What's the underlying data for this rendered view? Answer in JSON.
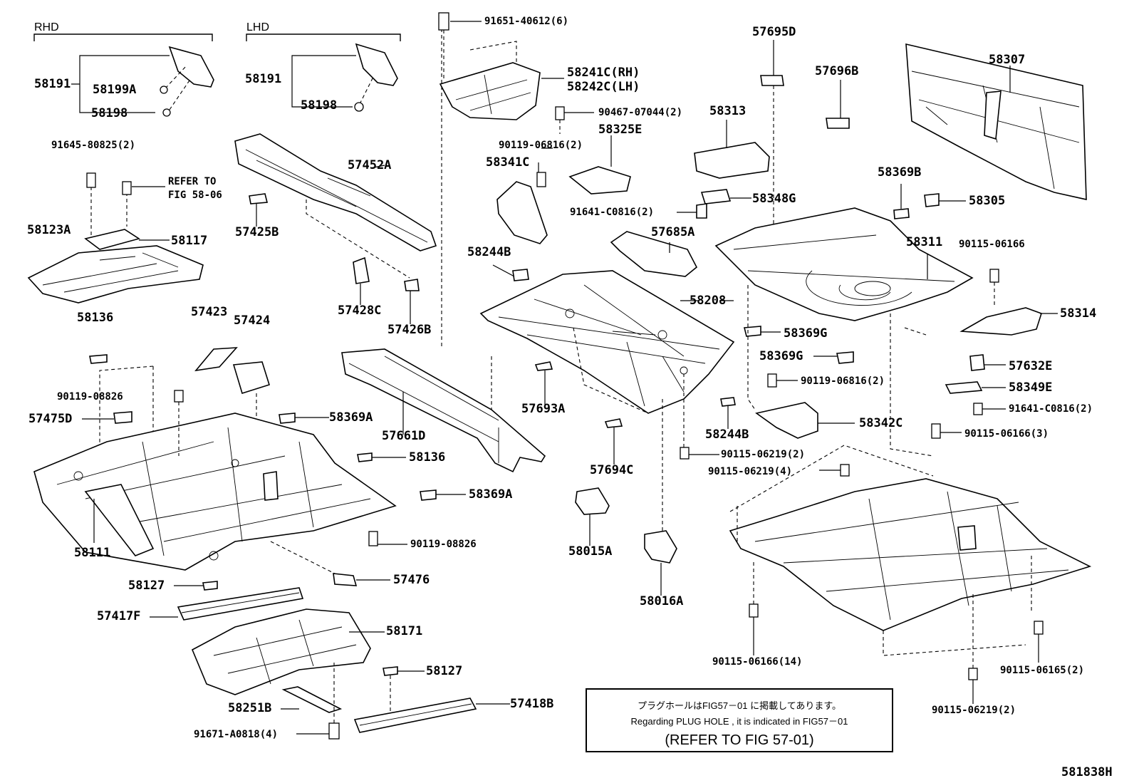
{
  "sections": {
    "rhd": "RHD",
    "lhd": "LHD"
  },
  "parts": {
    "p58191a": "58191",
    "p58199A": "58199A",
    "p58198a": "58198",
    "p58191b": "58191",
    "p58198b": "58198",
    "p91645": "91645-80825(2)",
    "refer": "REFER TO",
    "refer2": "FIG 58-06",
    "p58123A": "58123A",
    "p58117": "58117",
    "p58136a": "58136",
    "p57425B": "57425B",
    "p57452A": "57452A",
    "p57428C": "57428C",
    "p57426B": "57426B",
    "p57423": "57423",
    "p57424": "57424",
    "p90119a": "90119-08826",
    "p57475D": "57475D",
    "p58369Aa": "58369A",
    "p58136b": "58136",
    "p58369Ab": "58369A",
    "p58111": "58111",
    "p90119b": "90119-08826",
    "p57476": "57476",
    "p58127a": "58127",
    "p57417F": "57417F",
    "p58171": "58171",
    "p58127b": "58127",
    "p58251B": "58251B",
    "p91671": "91671-A0818(4)",
    "p57418B": "57418B",
    "p57661D": "57661D",
    "p91651": "91651-40612(6)",
    "p58241C": "58241C(RH)",
    "p58242C": "58242C(LH)",
    "p90467": "90467-07044(2)",
    "p90119c": "90119-06816(2)",
    "p58341C": "58341C",
    "p58325E": "58325E",
    "p91641a": "91641-C0816(2)",
    "p58244Ba": "58244B",
    "p57685A": "57685A",
    "p58208": "58208",
    "p57693A": "57693A",
    "p58244Bb": "58244B",
    "p57694C": "57694C",
    "p90115a": "90115-06219(2)",
    "p90115b": "90115-06219(4)",
    "p58015A": "58015A",
    "p58016A": "58016A",
    "p57695D": "57695D",
    "p57696B": "57696B",
    "p58313": "58313",
    "p58348G": "58348G",
    "p58307": "58307",
    "p58369B": "58369B",
    "p58305": "58305",
    "p58311": "58311",
    "p90115c": "90115-06166",
    "p58369Ga": "58369G",
    "p58369Gb": "58369G",
    "p90119d": "90119-06816(2)",
    "p58314": "58314",
    "p57632E": "57632E",
    "p58349E": "58349E",
    "p91641b": "91641-C0816(2)",
    "p58342C": "58342C",
    "p90115d": "90115-06166(3)",
    "p90115e": "90115-06166(14)",
    "p90115f": "90115-06165(2)",
    "p90115g": "90115-06219(2)"
  },
  "note": {
    "jp": "プラグホールはFIG57－01 に掲載してあります。",
    "en": "Regarding  PLUG HOLE , it is indicated in FIG57－01",
    "ref": "(REFER TO FIG  57-01)"
  },
  "figure_id": "581838H"
}
